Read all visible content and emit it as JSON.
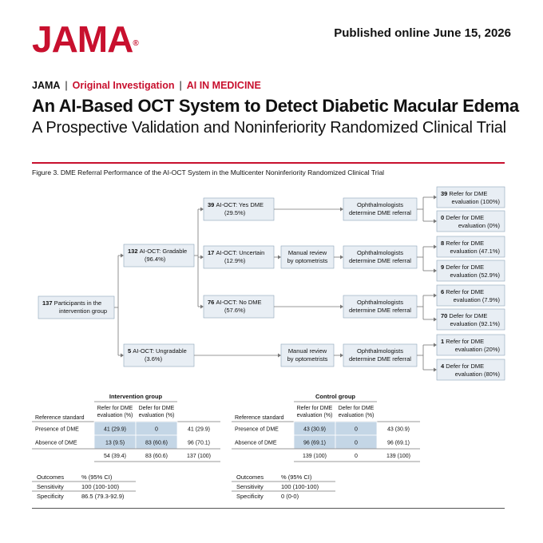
{
  "header": {
    "logo": "JAMA",
    "logo_mark": "®",
    "published": "Published online June 15, 2026",
    "journal": "JAMA",
    "section": "Original Investigation",
    "topic": "AI IN MEDICINE",
    "title": "An AI-Based OCT System to Detect Diabetic Macular Edema",
    "subtitle": "A Prospective Validation and Noninferiority Randomized Clinical Trial"
  },
  "figure": {
    "caption": "Figure 3. DME Referral Performance of the AI-OCT System in the Multicenter Noninferiority Randomized Clinical Trial",
    "flow": {
      "root": {
        "count": "137",
        "text1": "Participants in the",
        "text2": "intervention group"
      },
      "gradable": {
        "count": "132",
        "text1": "AI-OCT: Gradable",
        "text2": "(96.4%)"
      },
      "ungradable": {
        "count": "5",
        "text1": "AI-OCT: Ungradable",
        "text2": "(3.6%)"
      },
      "yes": {
        "count": "39",
        "text1": "AI-OCT: Yes DME",
        "text2": "(29.5%)"
      },
      "uncertain": {
        "count": "17",
        "text1": "AI-OCT: Uncertain",
        "text2": "(12.9%)"
      },
      "no": {
        "count": "76",
        "text1": "AI-OCT: No DME",
        "text2": "(57.6%)"
      },
      "manual1": {
        "text1": "Manual review",
        "text2": "by optometrists"
      },
      "manual2": {
        "text1": "Manual review",
        "text2": "by optometrists"
      },
      "oph1": {
        "text1": "Ophthalmologists",
        "text2": "determine DME referral"
      },
      "oph2": {
        "text1": "Ophthalmologists",
        "text2": "determine DME referral"
      },
      "oph3": {
        "text1": "Ophthalmologists",
        "text2": "determine DME referral"
      },
      "oph4": {
        "text1": "Ophthalmologists",
        "text2": "determine DME referral"
      },
      "outcomes": [
        {
          "count": "39",
          "text1": "Refer for DME",
          "text2": "evaluation (100%)"
        },
        {
          "count": "0",
          "text1": "Defer for DME",
          "text2": "evaluation (0%)"
        },
        {
          "count": "8",
          "text1": "Refer for DME",
          "text2": "evaluation (47.1%)"
        },
        {
          "count": "9",
          "text1": "Defer for DME",
          "text2": "evaluation (52.9%)"
        },
        {
          "count": "6",
          "text1": "Refer for DME",
          "text2": "evaluation (7.9%)"
        },
        {
          "count": "70",
          "text1": "Defer for DME",
          "text2": "evaluation (92.1%)"
        },
        {
          "count": "1",
          "text1": "Refer for DME",
          "text2": "evaluation (20%)"
        },
        {
          "count": "4",
          "text1": "Defer for DME",
          "text2": "evaluation (80%)"
        }
      ]
    },
    "tables": {
      "intervention": {
        "title": "Intervention group",
        "ref_label": "Reference standard",
        "col1": [
          "Refer for DME",
          "evaluation (%)"
        ],
        "col2": [
          "Defer for DME",
          "evaluation (%)"
        ],
        "rows": [
          {
            "label": "Presence of DME",
            "c1": "41 (29.9)",
            "c2": "0",
            "total": "41 (29.9)"
          },
          {
            "label": "Absence of DME",
            "c1": "13 (9.5)",
            "c2": "83 (60.6)",
            "total": "96 (70.1)"
          }
        ],
        "totals": {
          "c1": "54 (39.4)",
          "c2": "83 (60.6)",
          "total": "137 (100)"
        }
      },
      "control": {
        "title": "Control group",
        "ref_label": "Reference standard",
        "col1": [
          "Refer for DME",
          "evaluation (%)"
        ],
        "col2": [
          "Defer for DME",
          "evaluation (%)"
        ],
        "rows": [
          {
            "label": "Presence of DME",
            "c1": "43 (30.9)",
            "c2": "0",
            "total": "43 (30.9)"
          },
          {
            "label": "Absence of DME",
            "c1": "96 (69.1)",
            "c2": "0",
            "total": "96 (69.1)"
          }
        ],
        "totals": {
          "c1": "139 (100)",
          "c2": "0",
          "total": "139 (100)"
        }
      }
    },
    "outcomes_tables": {
      "intervention": {
        "h1": "Outcomes",
        "h2": "% (95% CI)",
        "rows": [
          {
            "label": "Sensitivity",
            "value": "100 (100-100)"
          },
          {
            "label": "Specificity",
            "value": "86.5 (79.3-92.9)"
          }
        ]
      },
      "control": {
        "h1": "Outcomes",
        "h2": "% (95% CI)",
        "rows": [
          {
            "label": "Sensitivity",
            "value": "100 (100-100)"
          },
          {
            "label": "Specificity",
            "value": "0 (0-0)"
          }
        ]
      }
    }
  },
  "colors": {
    "accent_red": "#c8102e",
    "box_fill": "#e8eef4",
    "box_stroke": "#8ea4ba",
    "cell_fill": "#c4d6e6"
  }
}
